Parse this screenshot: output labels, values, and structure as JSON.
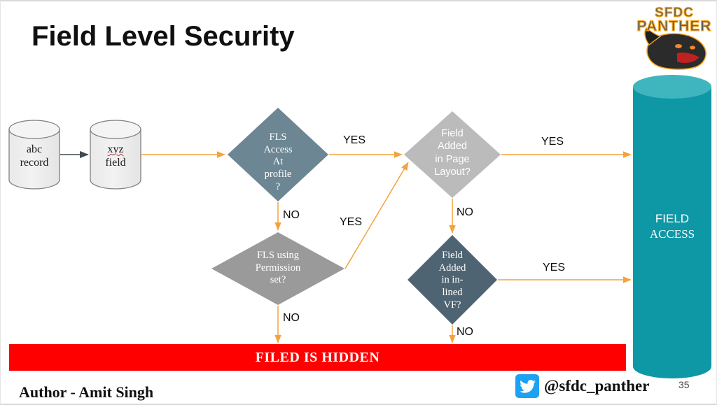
{
  "slide": {
    "title": "Field Level Security",
    "number": "35",
    "background": "#ffffff"
  },
  "logo": {
    "line1": "SFDC",
    "line2": "PANTHER",
    "accent": "#f5a623",
    "body": "#58595b",
    "alt": "panther-head-logo"
  },
  "colors": {
    "slate_light": "#6d8693",
    "slate_dark": "#4f6472",
    "gray": "#bbbbbb",
    "teal": "#0e97a5",
    "teal_top": "#3fb5be",
    "red": "#ff0000",
    "arrow_orange": "#f4a23c",
    "arrow_dark": "#3f4a52",
    "cylinder_fill": "#efefef",
    "cylinder_stroke": "#808080"
  },
  "nodes": {
    "record": {
      "line1": "abc",
      "line2": "record",
      "shape": "cylinder"
    },
    "field": {
      "line1": "xyz",
      "line2": "field",
      "shape": "cylinder",
      "spellcheck_flag": true
    },
    "d1": {
      "lines": [
        "FLS",
        "Access",
        "At",
        "profile",
        "?"
      ],
      "shape": "diamond",
      "fill": "#6d8693"
    },
    "d2": {
      "lines": [
        "Field",
        "Added",
        "in Page",
        "Layout?"
      ],
      "shape": "diamond",
      "fill": "#bbbbbb"
    },
    "d3": {
      "lines": [
        "FLS using",
        "Permission",
        "set?"
      ],
      "shape": "diamond",
      "fill": "#9a9a9a"
    },
    "d4": {
      "lines": [
        "Field",
        "Added",
        "in in-",
        "lined",
        "VF?"
      ],
      "shape": "diamond",
      "fill": "#4f6472"
    },
    "db": {
      "line1": "FIELD",
      "line2": "ACCESS",
      "shape": "cylinder"
    },
    "banner": {
      "text": "FILED IS HIDDEN"
    }
  },
  "edge_labels": {
    "yes_1": "YES",
    "yes_2": "YES",
    "yes_3": "YES",
    "yes_4": "YES",
    "no_1": "NO",
    "no_2": "NO",
    "no_3": "NO",
    "no_4": "NO"
  },
  "footer": {
    "author": "Author - Amit Singh",
    "twitter_handle": "@sfdc_panther",
    "twitter_icon": "twitter-bird-icon"
  }
}
